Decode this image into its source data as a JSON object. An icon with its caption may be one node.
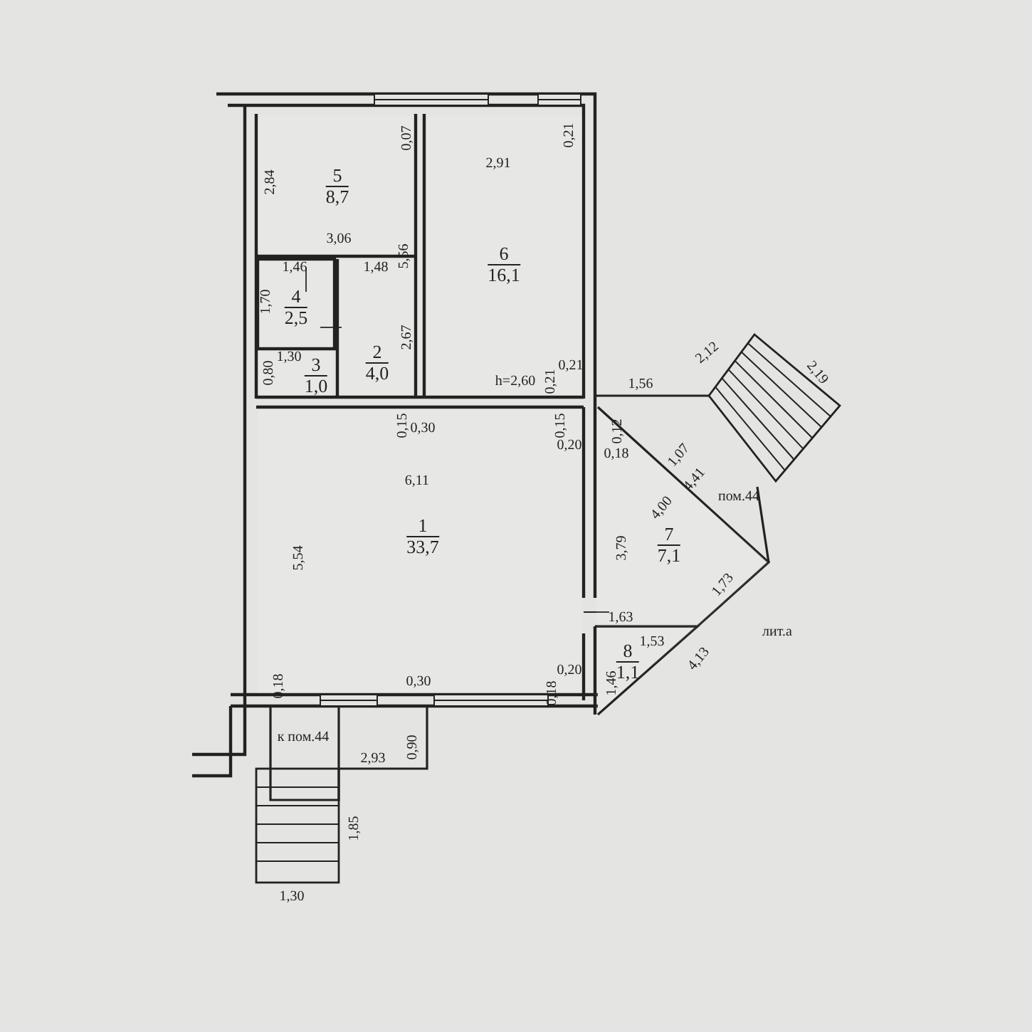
{
  "diagram": {
    "nodes": [
      {
        "text": [
          "5",
          "8,7"
        ]
      },
      {
        "text": [
          "6",
          "16,1"
        ]
      },
      {
        "text": [
          "4",
          "2,5"
        ]
      },
      {
        "text": [
          "2",
          "4,0"
        ]
      },
      {
        "text": [
          "3",
          "1,0"
        ]
      },
      {
        "text": [
          "1",
          "33,7"
        ]
      },
      {
        "text": [
          "7",
          "7,1"
        ]
      },
      {
        "text": [
          "8",
          "1,1"
        ]
      }
    ],
    "labels": [
      "0,07",
      "0,21",
      "2,84",
      "2,91",
      "3,06",
      "5,56",
      "1,46",
      "1,48",
      "1,70",
      "2,67",
      "0,80",
      "1,30",
      "h=2,60",
      "0,21",
      "0,21",
      "2,12",
      "2,19",
      "1,56",
      "0,15",
      "0,30",
      "0,15",
      "0,20",
      "0,12",
      "0,18",
      "1,07",
      "6,11",
      "4,41",
      "4,00",
      "пом.44",
      "5,54",
      "3,79",
      "1,73",
      "1,63",
      "лит.а",
      "1,53",
      "4,13",
      "1,46",
      "0,20",
      "0,18",
      "0,30",
      "0,18",
      "к пом.44",
      "0,90",
      "2,93",
      "1,85",
      "1,30"
    ]
  }
}
